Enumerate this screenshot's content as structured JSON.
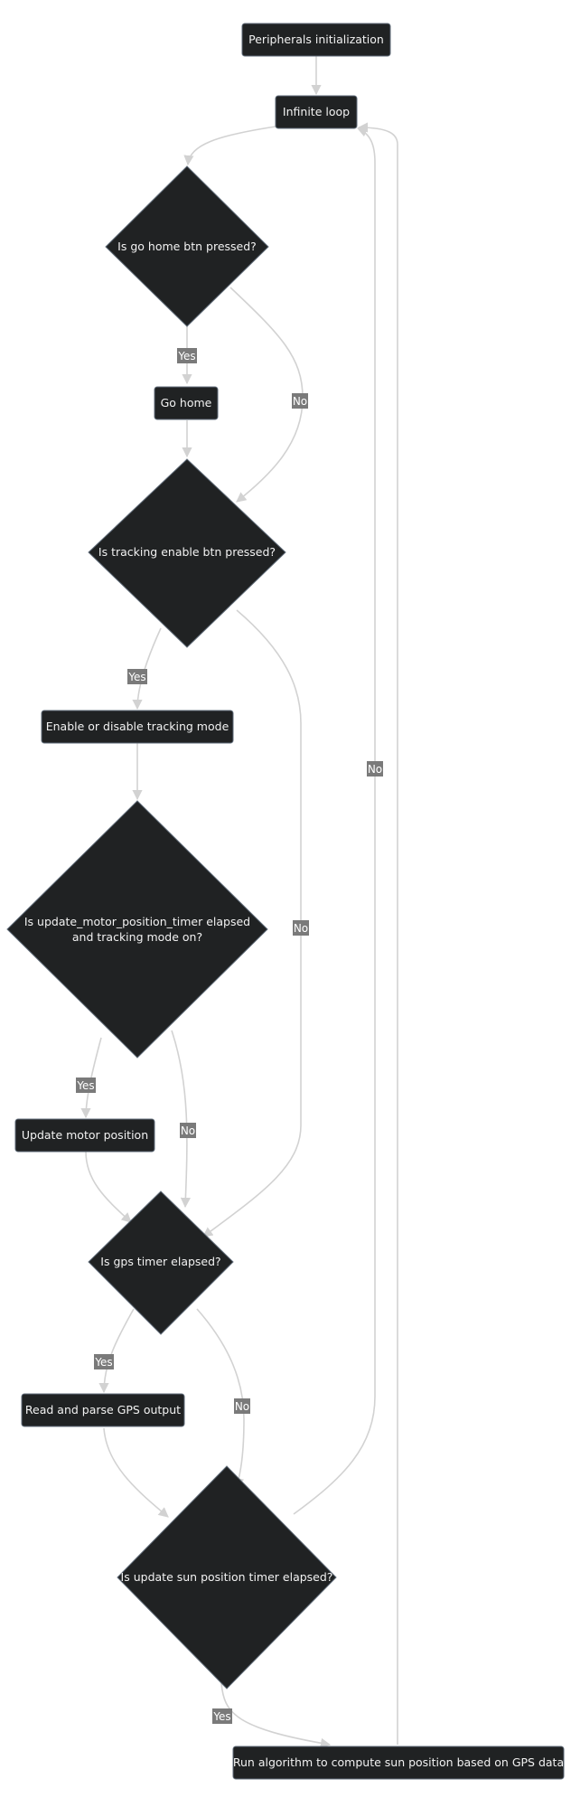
{
  "nodes": {
    "peripherals_init": "Peripherals initialization",
    "infinite_loop": "Infinite loop",
    "go_home_question": "Is go home btn pressed?",
    "go_home": "Go home",
    "tracking_question": "Is tracking enable btn pressed?",
    "toggle_tracking": "Enable or disable tracking mode",
    "motor_timer_question_line1": "Is update_motor_position_timer elapsed",
    "motor_timer_question_line2": "and tracking mode on?",
    "update_motor": "Update motor position",
    "gps_timer_question": "Is gps timer elapsed?",
    "parse_gps": "Read and parse GPS output",
    "sun_timer_question": "Is update sun position timer elapsed?",
    "run_algorithm": "Run algorithm to compute sun position based on GPS data"
  },
  "edge_labels": {
    "yes": "Yes",
    "no": "No"
  },
  "colors": {
    "node_fill": "#202223",
    "edge": "#d2d2d2",
    "label_bg": "#7a7a7a"
  }
}
